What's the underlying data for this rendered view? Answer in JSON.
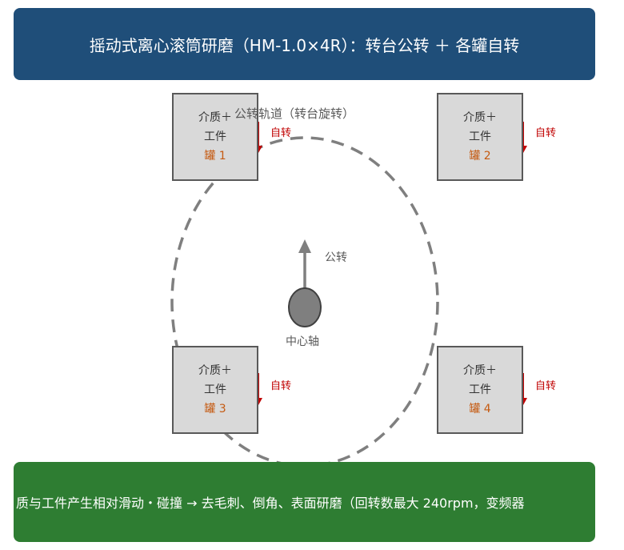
{
  "title": "摇动式离心滚筒研磨（HM-1.0×4R）：转台公转 ＋ 各罐自转",
  "orbit_label": "公转轨道（转台旋转）",
  "revolution_label": "公转",
  "center_axis_label": "中心轴",
  "tanks": [
    {
      "line1": "介质＋",
      "line2": "工件",
      "name": "罐 1",
      "spin_label": "自转"
    },
    {
      "line1": "介质＋",
      "line2": "工件",
      "name": "罐 2",
      "spin_label": "自转"
    },
    {
      "line1": "介质＋",
      "line2": "工件",
      "name": "罐 3",
      "spin_label": "自转"
    },
    {
      "line1": "介质＋",
      "line2": "工件",
      "name": "罐 4",
      "spin_label": "自转"
    }
  ],
  "footer": "质与工件产生相对滑动・碰撞 → 去毛刺、倒角、表面研磨（回转数最大 240rpm，变频器",
  "colors": {
    "title_bg": "#1f4e79",
    "footer_bg": "#2e7d32",
    "tank_fill": "#d9d9d9",
    "tank_name": "#c55a11",
    "spin_arrow": "#c00000",
    "orbit": "#7f7f7f"
  }
}
